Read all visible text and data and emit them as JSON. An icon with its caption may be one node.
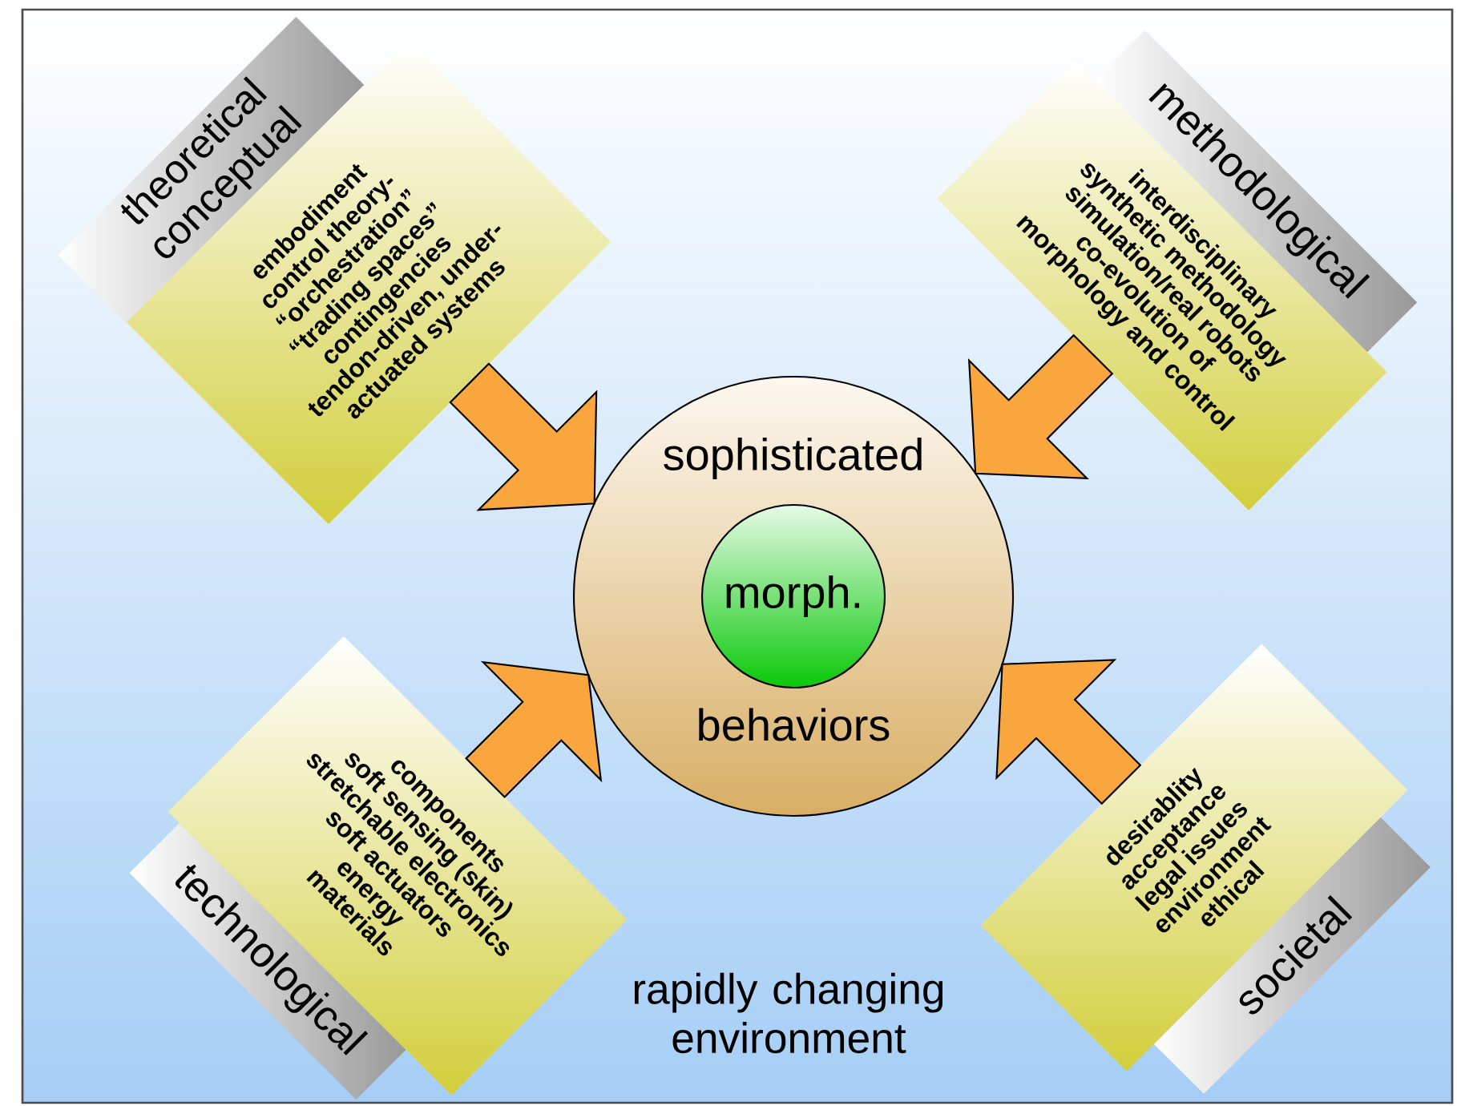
{
  "diagram": {
    "nodes": [
      {
        "text": [
          "sophisticated",
          "behaviors"
        ]
      },
      {
        "text": [
          "morph."
        ],
        "in": 0
      },
      {
        "text": [
          "theoretical conceptual",
          "embodiment",
          "control theory-",
          "“orchestration”",
          "“trading spaces”",
          "contingencies",
          "tendon-driven, under-",
          "actuated systems"
        ]
      },
      {
        "text": [
          "methodological",
          "interdisciplinary",
          "synthetic methodology",
          "simulation/real robots",
          "co-evolution of",
          "morphology and control"
        ]
      },
      {
        "text": [
          "technological",
          "components",
          "soft sensing (skin)",
          "stretchable electronics",
          "soft actuators",
          "energy",
          "materials"
        ]
      },
      {
        "text": [
          "societal",
          "desirablity",
          "acceptance",
          "legal issues",
          "environment",
          "ethical"
        ]
      }
    ],
    "edges": [
      {
        "from": 2,
        "to": 0,
        "arrow": "to"
      },
      {
        "from": 3,
        "to": 0,
        "arrow": "to"
      },
      {
        "from": 4,
        "to": 0,
        "arrow": "to"
      },
      {
        "from": 5,
        "to": 0,
        "arrow": "to"
      }
    ],
    "labels": [
      "rapidly changing environment"
    ]
  }
}
